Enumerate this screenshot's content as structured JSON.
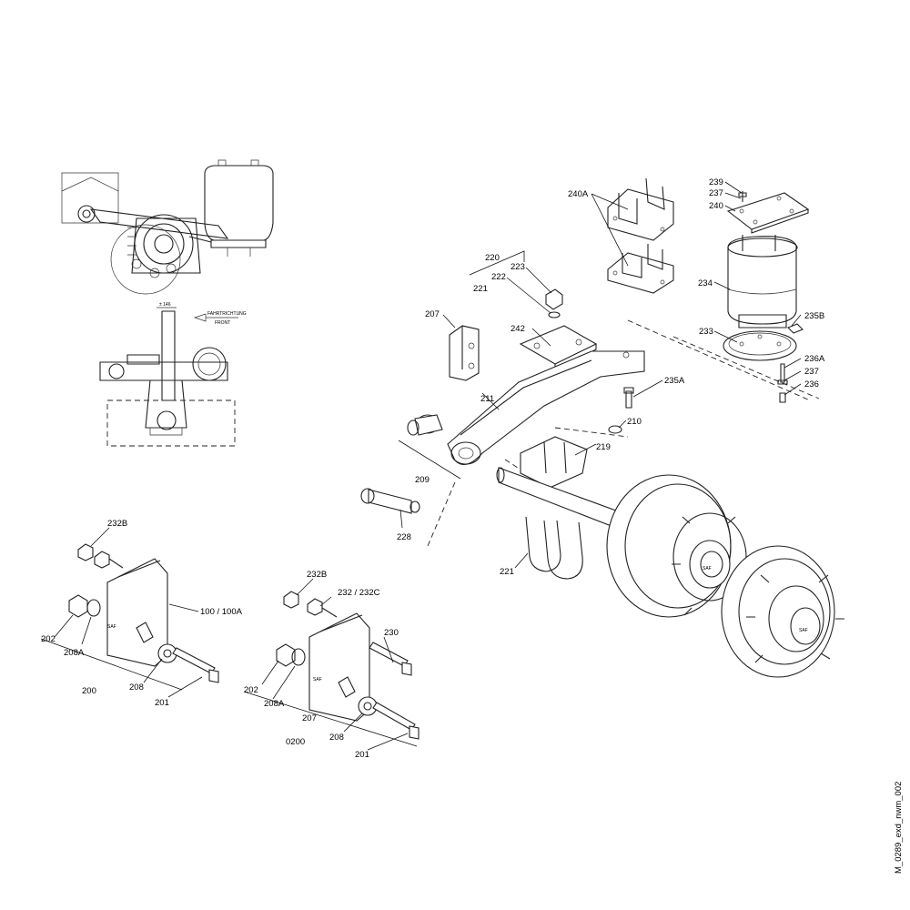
{
  "drawing_id": "M_0289_exd_nwm_002",
  "direction_label": "FAHRTRICHTUNG",
  "direction_label_en": "FRONT",
  "brand_mark": "SAF",
  "dimension_note": "± 146",
  "callouts": {
    "c239": "239",
    "c237a": "237",
    "c240": "240",
    "c240a": "240A",
    "c234": "234",
    "c235b": "235B",
    "c233": "233",
    "c236a": "236A",
    "c237b": "237",
    "c236": "236",
    "c220": "220",
    "c222": "222",
    "c223": "223",
    "c221a": "221",
    "c207a": "207",
    "c242": "242",
    "c235a": "235A",
    "c211": "211",
    "c210": "210",
    "c219": "219",
    "c209": "209",
    "c228": "228",
    "c221b": "221",
    "c232b_a": "232B",
    "c100": "100 / 100A",
    "c202a": "202",
    "c208a_a": "208A",
    "c200": "200",
    "c208_a": "208",
    "c201a": "201",
    "c232b_b": "232B",
    "c232": "232 / 232C",
    "c230": "230",
    "c202b": "202",
    "c208a_b": "208A",
    "c207b": "207",
    "c0200": "0200",
    "c208_b": "208",
    "c201b": "201"
  }
}
